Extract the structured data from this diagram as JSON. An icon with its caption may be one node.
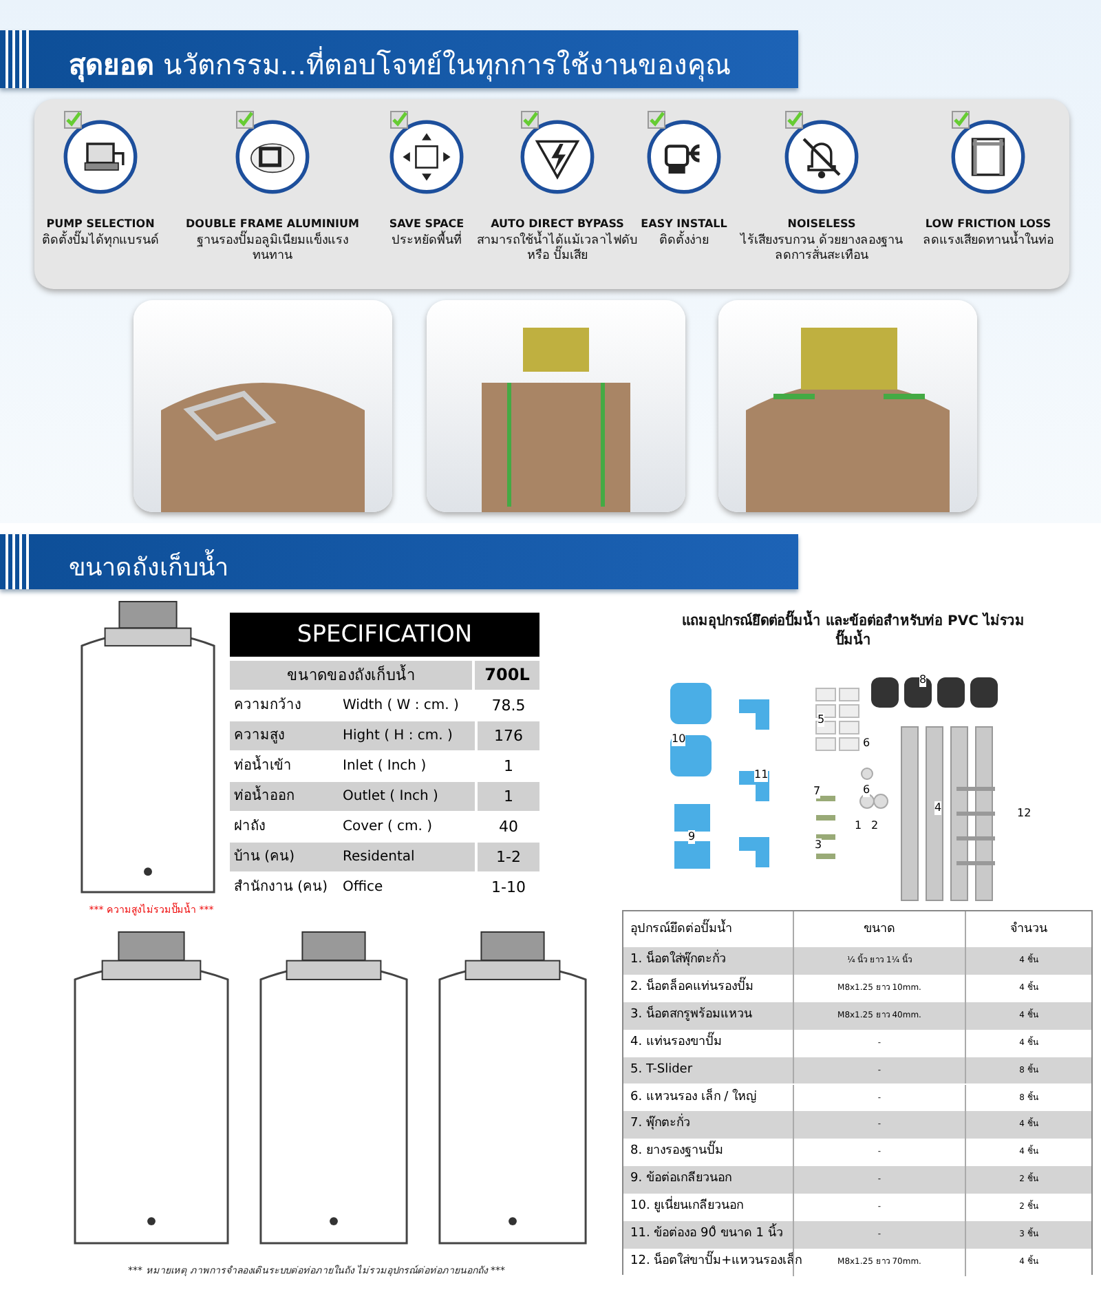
{
  "diagram": {
    "labels": [
      "**สุดยอด** นวัตกรรม...ที่ตอบโจทย์ในทุกการใช้งานของคุณ",
      "PUMP SELECTION",
      "ติดตั้งปั๊มได้ทุกแบรนด์",
      "DOUBLE FRAME ALUMINIUM",
      "ฐานรองปั๊มอลูมิเนียมแข็งแรงทนทาน",
      "SAVE SPACE",
      "ประหยัดพื้นที่",
      "AUTO DIRECT BYPASS",
      "สามารถใช้น้ำได้แม้เวลาไฟดับ หรือ ปั๊มเสีย",
      "EASY INSTALL",
      "ติดตั้งง่าย",
      "NOISELESS",
      "ไร้เสียงรบกวน ด้วยยางลองฐานลดการสั่นสะเทือน",
      "LOW FRICTION LOSS",
      "ลดแรงเสียดทานน้ำในท่อ",
      "ขนาดถังเก็บน้ำ",
      "SPECIFICATION",
      "ขนาดของถังเก็บน้ำ",
      "700L",
      "ความกว้าง",
      "Width ( W : cm. )",
      "78.5",
      "ความสูง",
      "Hight ( H : cm. )",
      "176",
      "ท่อน้ำเข้า",
      "Inlet ( Inch )",
      "1",
      "ท่อน้ำออก",
      "Outlet ( Inch )",
      "1",
      "ฝาถัง",
      "Cover ( cm. )",
      "40",
      "บ้าน (คน)",
      "Residental",
      "1-2",
      "สำนักงาน (คน)",
      "Office",
      "1-10",
      "*** ความสูงไม่รวมปั๊มน้ำ ***",
      "แถมอุปกรณ์ยึดต่อปั๊มน้ำ และข้อต่อสำหรับท่อ PVC ไม่รวมปั๊มน้ำ",
      "8",
      "5",
      "10",
      "6",
      "11",
      "7",
      "6",
      "4",
      "12",
      "1",
      "2",
      "3",
      "9",
      "อุปกรณ์ยึดต่อปั๊มน้ำ",
      "ขนาด",
      "จำนวน",
      "1. น็อตใส่พุ๊กตะกั่ว",
      "¼ นิ้ว ยาว 1¼ นิ้ว",
      "4 ชิ้น",
      "2. น็อตล็อคแท่นรองปั๊ม",
      "M8x1.25 ยาว 10mm.",
      "4 ชิ้น",
      "3. น็อตสกรูพร้อมแหวน",
      "M8x1.25 ยาว 40mm.",
      "4 ชิ้น",
      "4. แท่นรองขาปั๊ม",
      "-",
      "4 ชิ้น",
      "5. T-Slider",
      "-",
      "8 ชิ้น",
      "6. แหวนรอง เล็ก / ใหญ่",
      "-",
      "8 ชิ้น",
      "7. พุ๊กตะกั่ว",
      "-",
      "4 ชิ้น",
      "8. ยางรองฐานปั๊ม",
      "-",
      "4 ชิ้น",
      "9. ข้อต่อเกลียวนอก",
      "-",
      "2 ชิ้น",
      "10. ยูเนี่ยนเกลียวนอก",
      "-",
      "2 ชิ้น",
      "11. ข้อต่องอ 90̊ ขนาด 1 นิ้ว",
      "-",
      "3 ชิ้น",
      "12. น็อตใส่ขาปั๊ม+แหวนรองเล็ก",
      "M8x1.25 ยาว 70mm.",
      "4 ชิ้น",
      "*** หมายเหตุ ภาพการจำลองเดินระบบต่อท่อภายในถัง ไม่รวมอุปกรณ์ต่อท่อภายนอกถัง ***"
    ]
  }
}
